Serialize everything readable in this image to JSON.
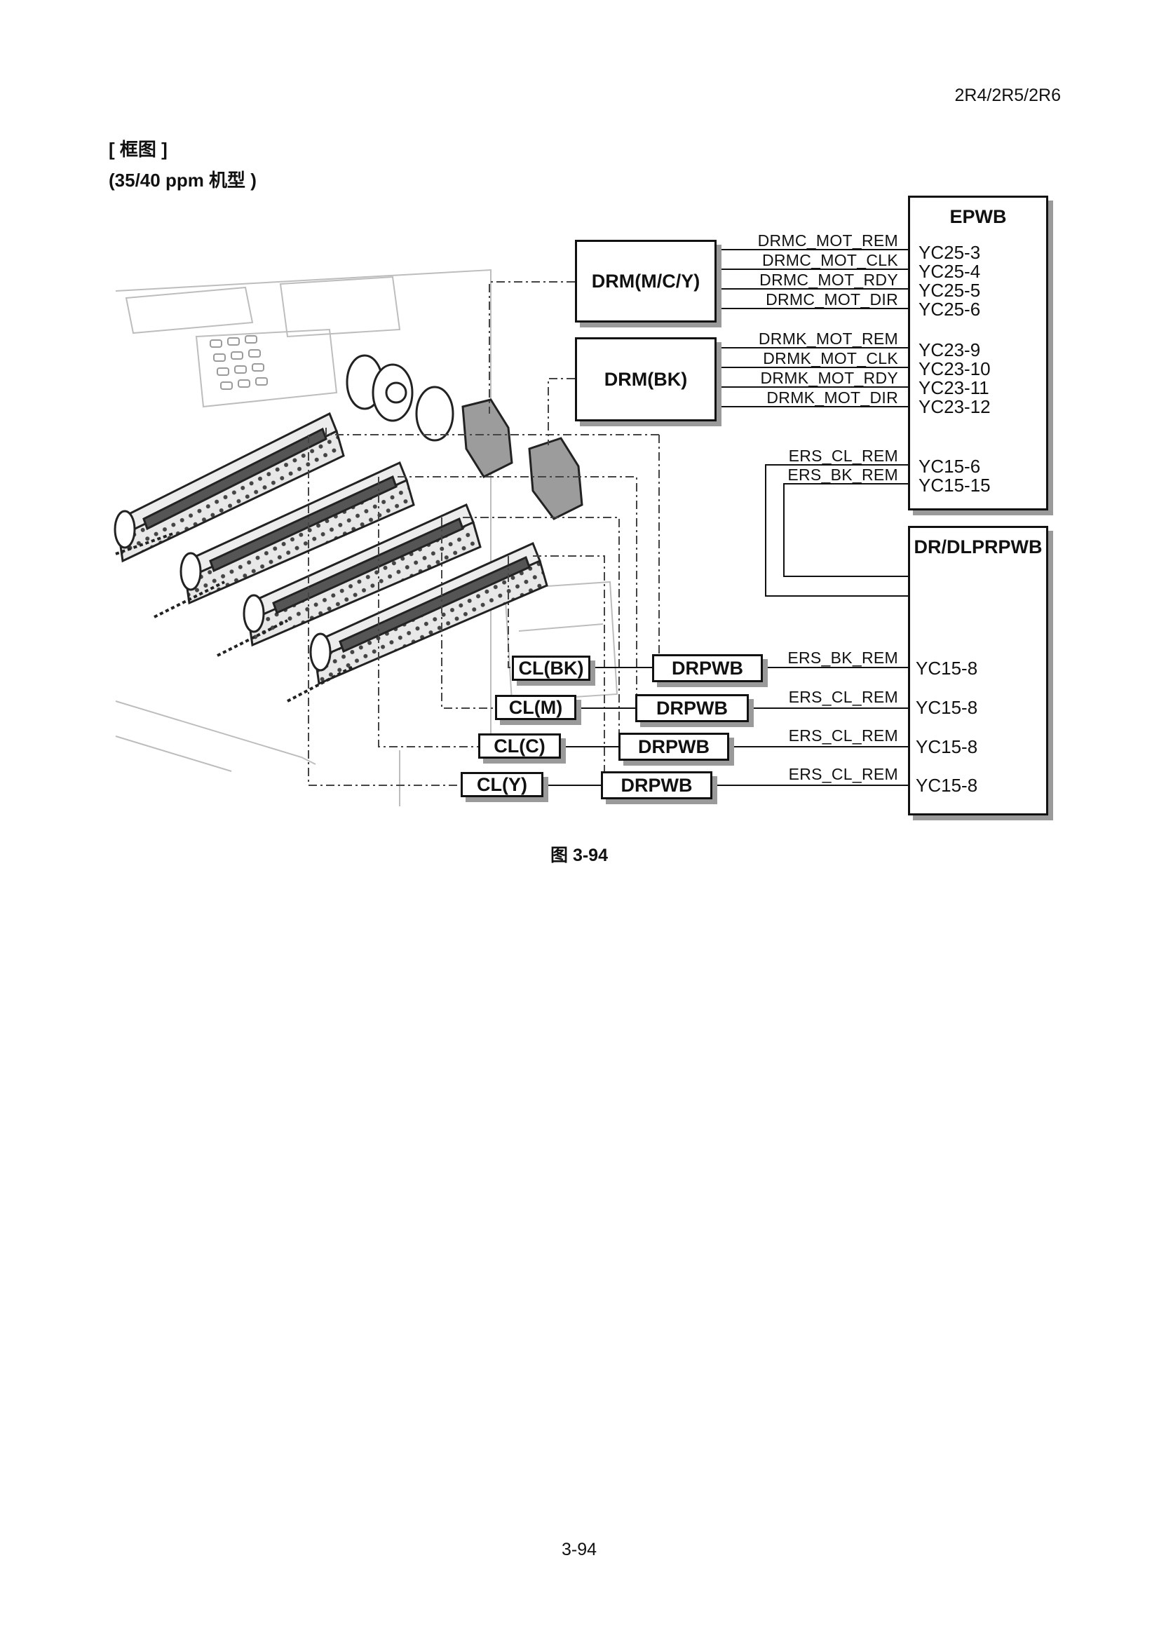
{
  "header": {
    "model_codes": "2R4/2R5/2R6"
  },
  "section": {
    "title": "[ 框图 ]",
    "subtitle": "(35/40 ppm 机型 )"
  },
  "blocks": {
    "epwb": "EPWB",
    "drm_mcy": "DRM(M/C/Y)",
    "drm_bk": "DRM(BK)",
    "dr_dlprpwb": "DR/DLPRPWB",
    "cl_bk": "CL(BK)",
    "cl_m": "CL(M)",
    "cl_c": "CL(C)",
    "cl_y": "CL(Y)",
    "drpwb_1": "DRPWB",
    "drpwb_2": "DRPWB",
    "drpwb_3": "DRPWB",
    "drpwb_4": "DRPWB"
  },
  "signals": {
    "drmc": [
      "DRMC_MOT_REM",
      "DRMC_MOT_CLK",
      "DRMC_MOT_RDY",
      "DRMC_MOT_DIR"
    ],
    "drmk": [
      "DRMK_MOT_REM",
      "DRMK_MOT_CLK",
      "DRMK_MOT_RDY",
      "DRMK_MOT_DIR"
    ],
    "ers": [
      "ERS_CL_REM",
      "ERS_BK_REM"
    ],
    "drpwb": [
      "ERS_BK_REM",
      "ERS_CL_REM",
      "ERS_CL_REM",
      "ERS_CL_REM"
    ]
  },
  "connectors": {
    "epwb_drmc": [
      "YC25-3",
      "YC25-4",
      "YC25-5",
      "YC25-6"
    ],
    "epwb_drmk": [
      "YC23-9",
      "YC23-10",
      "YC23-11",
      "YC23-12"
    ],
    "epwb_ers": [
      "YC15-6",
      "YC15-15"
    ],
    "dr": [
      "YC15-8",
      "YC15-8",
      "YC15-8",
      "YC15-8"
    ]
  },
  "caption": "图 3-94",
  "page_number": "3-94"
}
